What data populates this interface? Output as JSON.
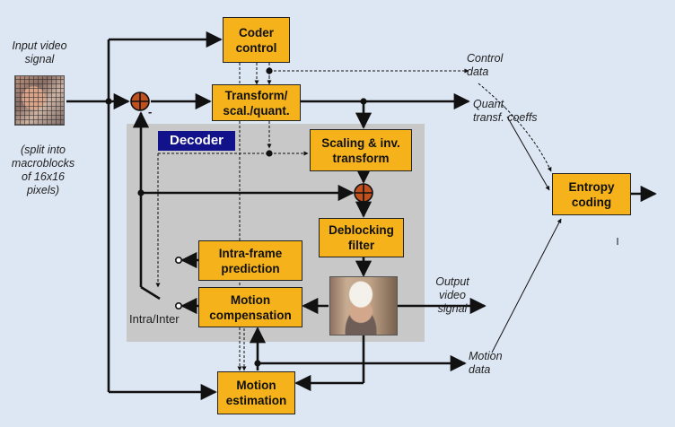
{
  "colors": {
    "block_fill": "#f5b21a",
    "decoder_fill": "#c8c8c8",
    "decoder_title_bg": "#12128a",
    "background": "#dde6f3"
  },
  "blocks": {
    "coder_control": "Coder\ncontrol",
    "transform": "Transform/\nscal./quant.",
    "scaling_inv": "Scaling & inv.\ntransform",
    "entropy": "Entropy\ncoding",
    "deblocking": "Deblocking\nfilter",
    "intra_pred": "Intra-frame\nprediction",
    "motion_comp": "Motion\ncompensation",
    "motion_est": "Motion\nestimation"
  },
  "decoder_title": "Decoder",
  "labels": {
    "input_signal": "Input video\nsignal",
    "split_note": "(split into\nmacroblocks\nof 16x16\npixels)",
    "control_data": "Control\ndata",
    "quant_coeffs": "Quant.\ntransf. coeffs",
    "output_signal": "Output\nvideo\nsignal",
    "motion_data": "Motion\ndata",
    "intra_inter": "Intra/Inter",
    "minus_sign": "-"
  },
  "images": {
    "input": "input-video-thumbnail",
    "output": "output-video-thumbnail"
  }
}
